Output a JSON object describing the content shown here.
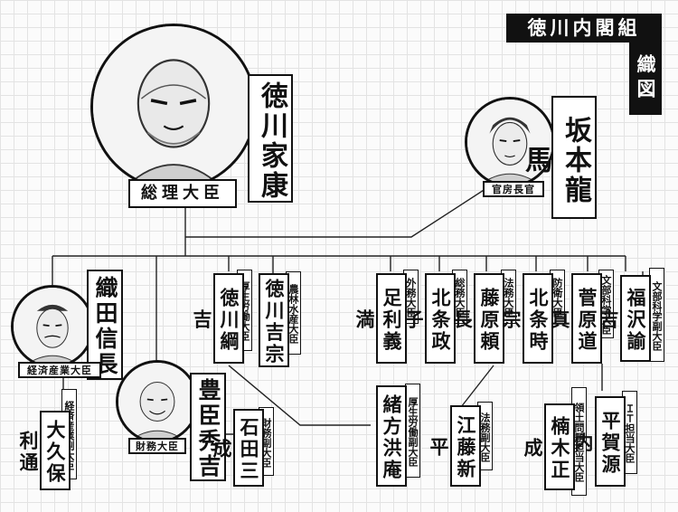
{
  "title": {
    "line1": "徳川内閣組",
    "line2": "織図"
  },
  "people": [
    {
      "id": "ieyasu",
      "name": "徳川家康",
      "role": "総理大臣"
    },
    {
      "id": "ryoma",
      "name": "坂本龍馬",
      "role": "官房長官"
    },
    {
      "id": "nobunaga",
      "name": "織田信長",
      "role": "経済産業大臣"
    },
    {
      "id": "okubo",
      "name": "大久保利通",
      "role": "経済産業副大臣"
    },
    {
      "id": "hideyoshi",
      "name": "豊臣秀吉",
      "role": "財務大臣"
    },
    {
      "id": "mitsunari",
      "name": "石田三成",
      "role": "財務副大臣"
    },
    {
      "id": "tsunayoshi",
      "name": "徳川綱吉",
      "role": "厚生労働大臣"
    },
    {
      "id": "ogata",
      "name": "緒方洪庵",
      "role": "厚生労働副大臣"
    },
    {
      "id": "yoshimune",
      "name": "徳川吉宗",
      "role": "農林水産大臣"
    },
    {
      "id": "yoshimitsu",
      "name": "足利義満",
      "role": "外務大臣"
    },
    {
      "id": "masako",
      "name": "北条政子",
      "role": "総務大臣"
    },
    {
      "id": "yorinaga",
      "name": "藤原頼長",
      "role": "法務大臣"
    },
    {
      "id": "shinpei",
      "name": "江藤新平",
      "role": "法務副大臣"
    },
    {
      "id": "tokimune",
      "name": "北条時宗",
      "role": "防衛大臣"
    },
    {
      "id": "michizane",
      "name": "菅原道真",
      "role": "文部科学大臣"
    },
    {
      "id": "yukichi",
      "name": "福沢諭吉",
      "role": "文部科学副大臣"
    },
    {
      "id": "masashige",
      "name": "楠木正成",
      "role": "領土問題担当大臣"
    },
    {
      "id": "gennai",
      "name": "平賀源内",
      "role": "ＩＴ担当大臣"
    }
  ]
}
